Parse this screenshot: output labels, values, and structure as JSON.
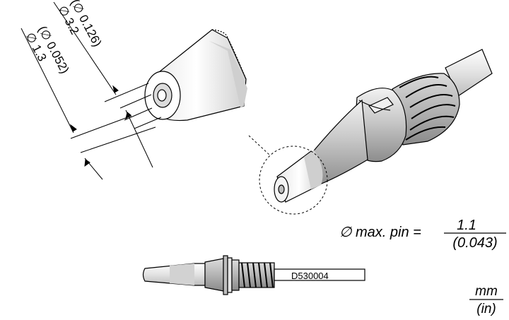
{
  "dimensions": {
    "outer_mm": "∅ 3.2",
    "outer_in": "(∅ 0.126)",
    "inner_mm": "∅ 1.3",
    "inner_in": "(∅ 0.052)"
  },
  "max_pin": {
    "label": "∅ max. pin =",
    "mm": "1.1",
    "in": "(0.043)"
  },
  "part_code": "D530004",
  "units": {
    "mm": "mm",
    "in": "(in)"
  },
  "colors": {
    "line": "#000000",
    "tip_light": "#f4f4f4",
    "tip_mid": "#d2d2d2",
    "body_dark": "#9a9a9a"
  }
}
